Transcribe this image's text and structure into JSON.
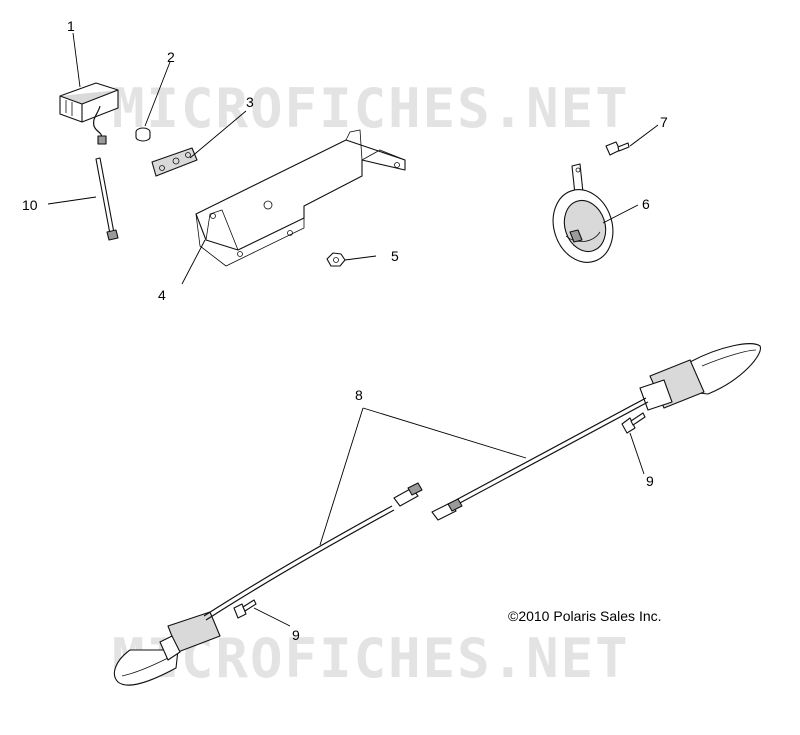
{
  "watermark": "MICROFICHES.NET",
  "copyright": "©2010 Polaris Sales Inc.",
  "callouts": {
    "c1": "1",
    "c2": "2",
    "c3": "3",
    "c4": "4",
    "c5": "5",
    "c6": "6",
    "c7": "7",
    "c8": "8",
    "c9a": "9",
    "c9b": "9",
    "c10": "10"
  }
}
